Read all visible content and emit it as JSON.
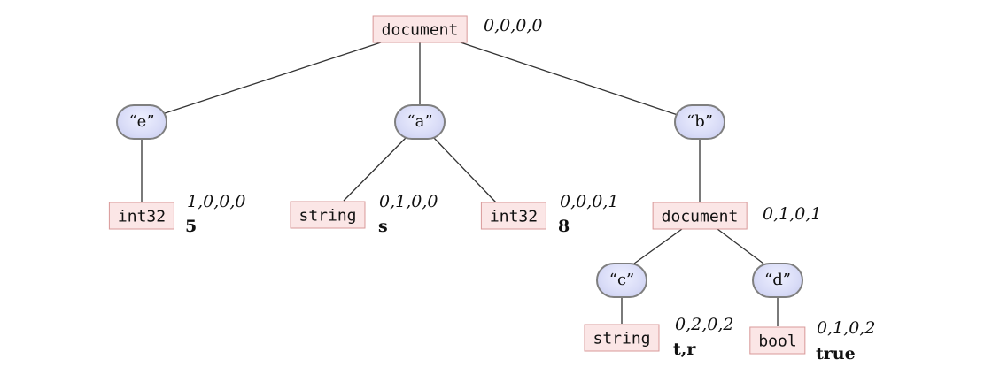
{
  "tree": {
    "root": {
      "type": "document",
      "counter": "0,0,0,0"
    },
    "key_e": {
      "label": "“e”"
    },
    "key_a": {
      "label": "“a”"
    },
    "key_b": {
      "label": "“b”"
    },
    "e_int32": {
      "type": "int32",
      "counter": "1,0,0,0",
      "value": "5"
    },
    "a_string": {
      "type": "string",
      "counter": "0,1,0,0",
      "value": "s"
    },
    "a_int32": {
      "type": "int32",
      "counter": "0,0,0,1",
      "value": "8"
    },
    "b_document": {
      "type": "document",
      "counter": "0,1,0,1"
    },
    "key_c": {
      "label": "“c”"
    },
    "key_d": {
      "label": "“d”"
    },
    "c_string": {
      "type": "string",
      "counter": "0,2,0,2",
      "value": "t,r"
    },
    "d_bool": {
      "type": "bool",
      "counter": "0,1,0,2",
      "value": "true"
    }
  }
}
